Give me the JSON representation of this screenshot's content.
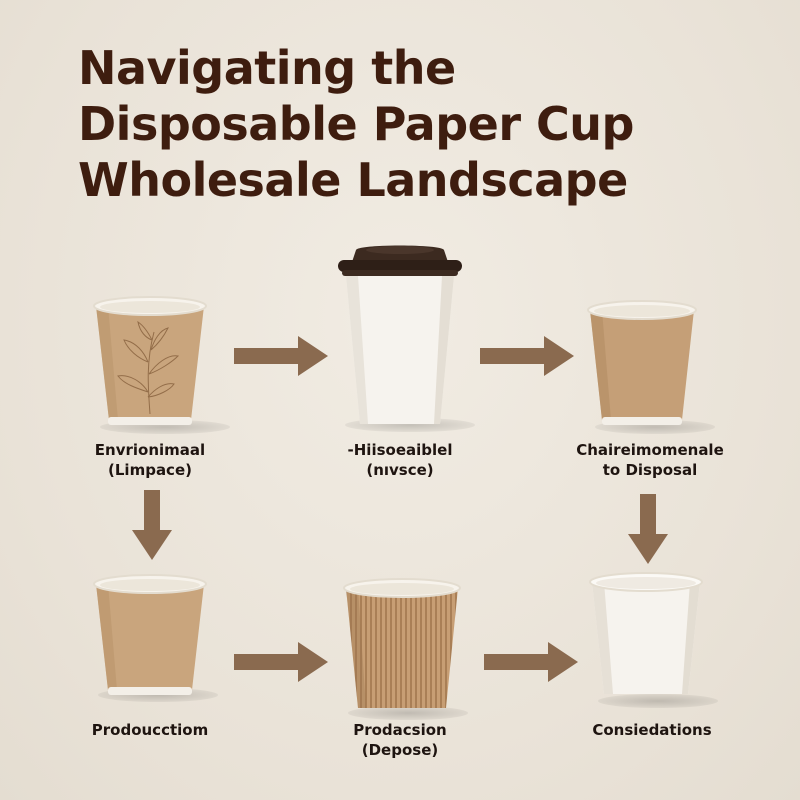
{
  "title": {
    "lines": [
      "Navigating the",
      "Disposable Paper Cup",
      "Wholesale Landscape"
    ]
  },
  "colors": {
    "background": "#ece6dc",
    "title": "#3e1d0f",
    "arrow": "#8a6a4f",
    "kraft": "#c9a57d",
    "white_cup": "#f6f3ee",
    "lid": "#3c2a20",
    "label": "#1e1410"
  },
  "nodes": [
    {
      "id": "top-left",
      "cup": "kraft-leaf-cup",
      "label_line1": "Envrionimaal",
      "label_line2": "(Limpace)"
    },
    {
      "id": "top-center",
      "cup": "white-lidded-cup",
      "label_line1": "-Hiisoeaiblel",
      "label_line2": "(nıvsce)"
    },
    {
      "id": "top-right",
      "cup": "kraft-plain-cup",
      "label_line1": "Chaireimomenale",
      "label_line2": "to Disposal"
    },
    {
      "id": "bottom-left",
      "cup": "kraft-plain-cup",
      "label_line1": "Prodoucctiom",
      "label_line2": ""
    },
    {
      "id": "bottom-center",
      "cup": "kraft-ripple-cup",
      "label_line1": "Prodacsion",
      "label_line2": "(Depose)"
    },
    {
      "id": "bottom-right",
      "cup": "white-plain-cup",
      "label_line1": "Consiedations",
      "label_line2": ""
    }
  ],
  "arrows": [
    {
      "from": "top-left",
      "to": "top-center",
      "direction": "right"
    },
    {
      "from": "top-center",
      "to": "top-right",
      "direction": "right"
    },
    {
      "from": "top-left",
      "to": "bottom-left",
      "direction": "down"
    },
    {
      "from": "top-right",
      "to": "bottom-right",
      "direction": "down"
    },
    {
      "from": "bottom-left",
      "to": "bottom-center",
      "direction": "right"
    },
    {
      "from": "bottom-center",
      "to": "bottom-right",
      "direction": "right"
    }
  ]
}
